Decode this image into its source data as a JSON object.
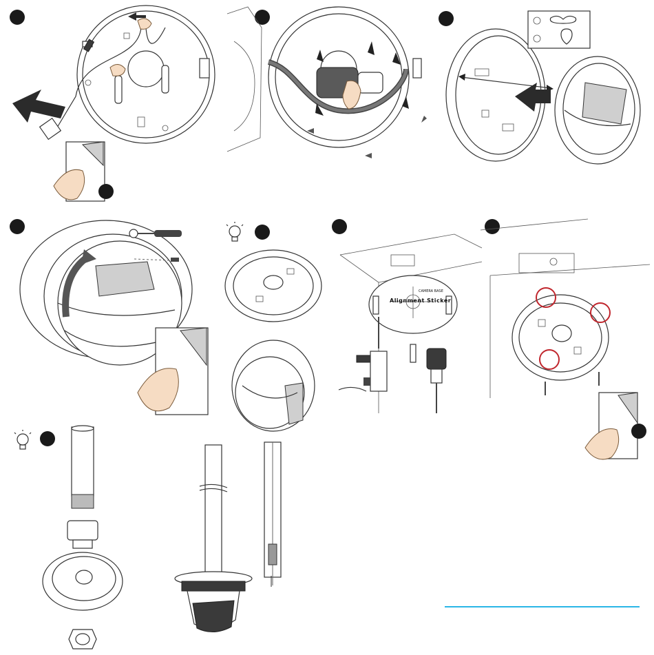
{
  "sticker": {
    "label": "Alignment Sticker",
    "small_text": "CAMERA  BASE"
  },
  "colors": {
    "badge": "#1a1a1a",
    "arrow": "#2b2b2b",
    "highlight_ring": "#c0262d",
    "link_line": "#29b6e6",
    "skin": "#f6dcc3"
  },
  "icons": [
    "step-badge",
    "tip-lightbulb-icon",
    "alignment-sticker",
    "drill-icon",
    "hole-saw-icon",
    "screwdriver-icon",
    "hand-peel-icon"
  ]
}
